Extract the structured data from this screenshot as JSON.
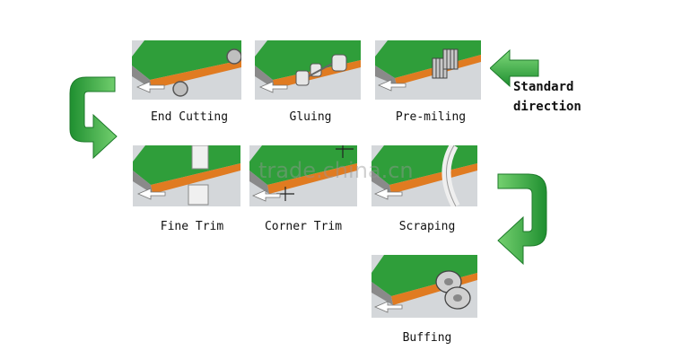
{
  "steps": [
    {
      "id": "end-cutting",
      "label": "End Cutting"
    },
    {
      "id": "gluing",
      "label": "Gluing"
    },
    {
      "id": "pre-miling",
      "label": "Pre-miling"
    },
    {
      "id": "fine-trim",
      "label": "Fine Trim"
    },
    {
      "id": "corner-trim",
      "label": "Corner Trim"
    },
    {
      "id": "scraping",
      "label": "Scraping"
    },
    {
      "id": "buffing",
      "label": "Buffing"
    }
  ],
  "direction": {
    "line1": "Standard",
    "line2": "direction"
  },
  "watermark": "trade.china.cn",
  "colors": {
    "board": "#2f9e3a",
    "edge": "#e07b21",
    "panel": "#d4d7da",
    "arrow": "#2eaa3e"
  }
}
